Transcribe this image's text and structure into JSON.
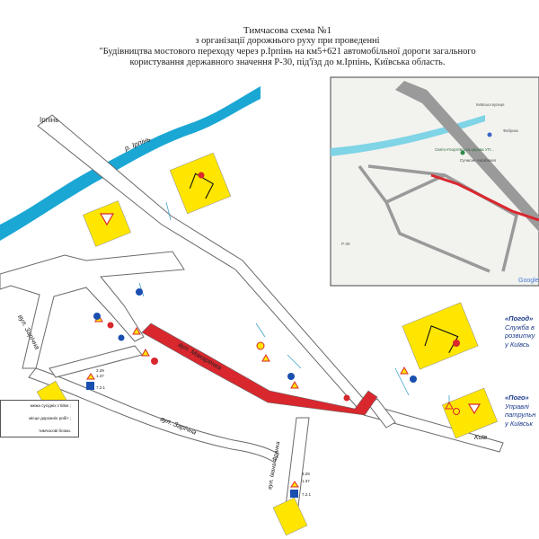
{
  "title": {
    "line1": "Тимчасова схема №1",
    "line2": "з організації дорожнього руху при проведенні",
    "line3": "\"Будівництва мостового переходу через р.Ірпінь на км5+621 автомобільної дороги загального",
    "line4": "користування державного значення Р-30, під'їзд до м.Ірпінь, Київська область."
  },
  "labels": {
    "irpin_city": "Ірпінь",
    "river": "р. Ірпінь",
    "street_zarichna_1": "вул. Зарічна",
    "street_zarichna_2": "вул. Зарічна",
    "street_makarenka": "вул. Макаренка",
    "street_franka": "вул. Івана Франка",
    "kyiv": "Київ"
  },
  "inset": {
    "label_church": "Свято-Георгіївська церква УП...",
    "label_busstop": "Сучасне Autobuses",
    "label_road": "Р-30",
    "label_brand": "Google",
    "label_small1": "Київська вулиця",
    "label_small2": "Фабрика"
  },
  "legend": {
    "row1": "межа сусідніх стійок ;",
    "row2": "місце дорожніх робіт ;",
    "row3": "тимчасові блоки."
  },
  "notes": {
    "note1_head": "«Погод»",
    "note1_l1": "Служба в",
    "note1_l2": "розвитку",
    "note1_l3": "у Київсь",
    "note2_head": "«Пого»",
    "note2_l1": "Управлі",
    "note2_l2": "патрульн",
    "note2_l3": "у Київськ"
  },
  "sign_codes": {
    "s1": "3.29",
    "s2": "1.37",
    "s3": "7.2.1",
    "s4": "3.29",
    "s5": "1.37",
    "s6": "7.2.1"
  },
  "colors": {
    "river": "#1aa7d4",
    "road_fill": "#ffffff",
    "road_edge": "#6a6a6a",
    "worksite": "#d9272e",
    "sign_yellow": "#ffe600",
    "inset_road": "#9a9a9a",
    "inset_water": "#7fd4e6",
    "note_text": "#1b3a8a"
  }
}
